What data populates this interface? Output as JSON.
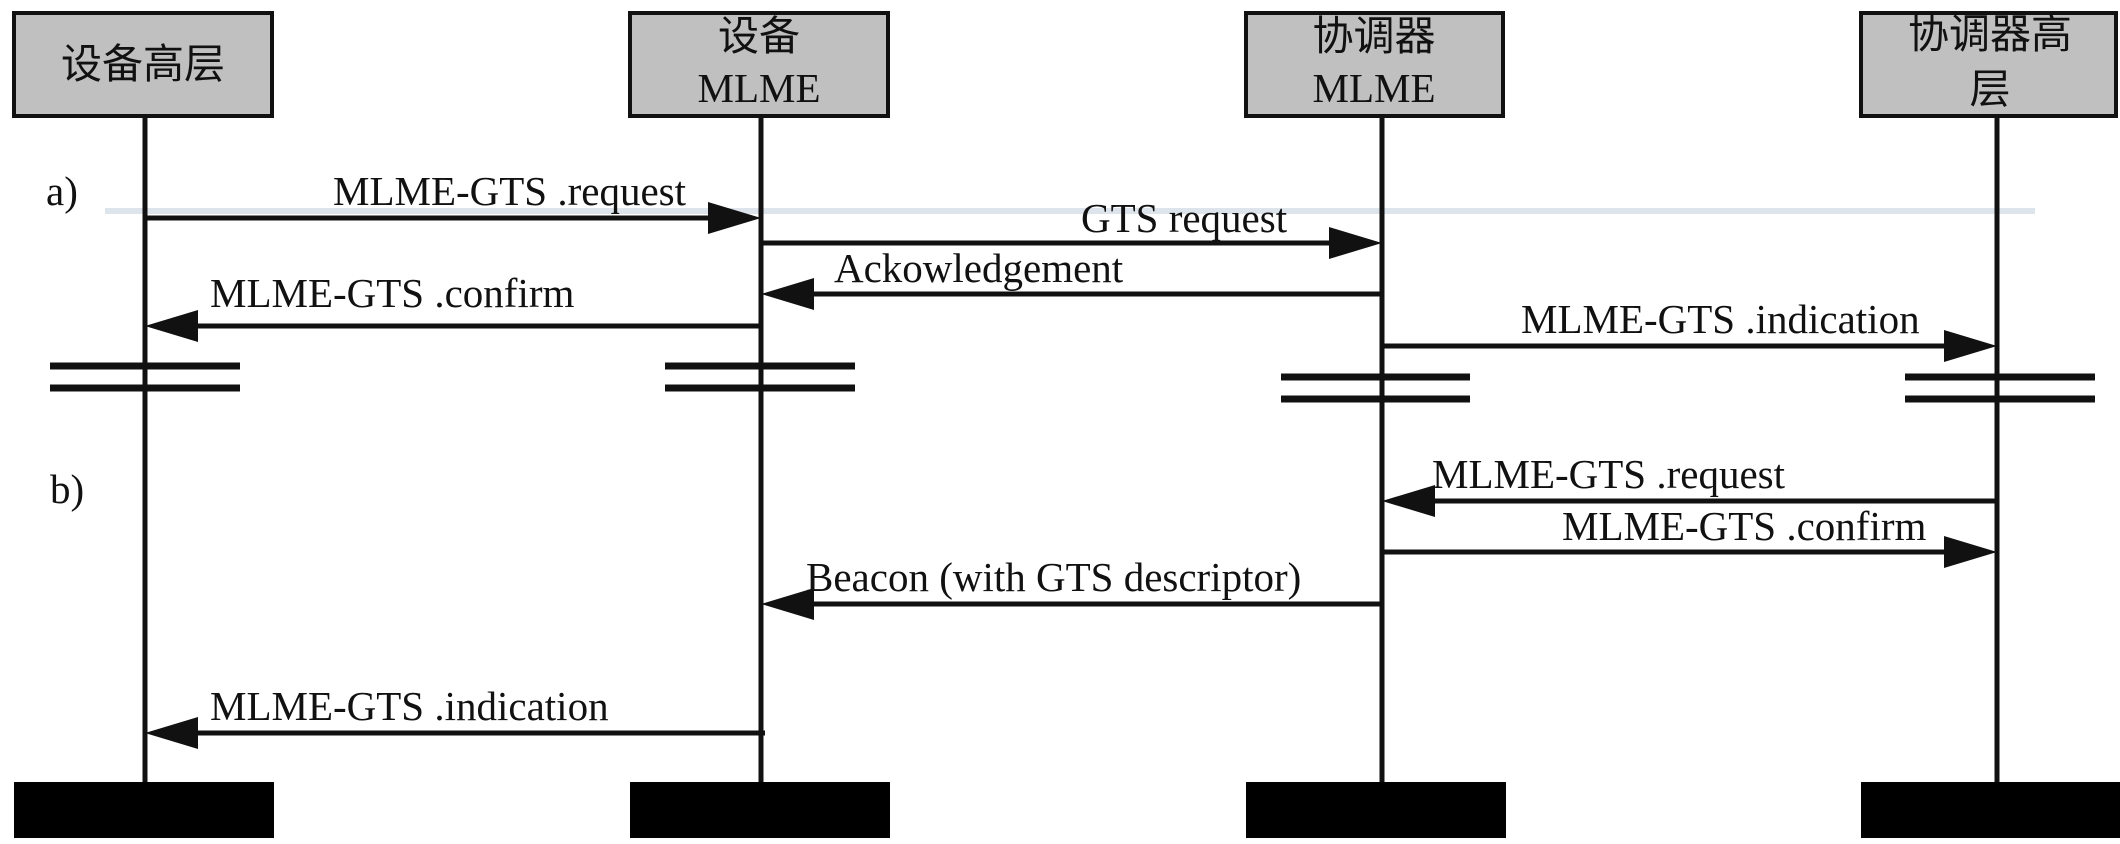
{
  "diagram": {
    "participants": [
      {
        "id": "device-upper",
        "label_lines": [
          "设备高层"
        ]
      },
      {
        "id": "device-mlme",
        "label_lines": [
          "设备",
          "MLME"
        ]
      },
      {
        "id": "coord-mlme",
        "label_lines": [
          "协调器",
          "MLME"
        ]
      },
      {
        "id": "coord-upper",
        "label_lines": [
          "协调器高",
          "层"
        ]
      }
    ],
    "sections": [
      {
        "id": "a",
        "label": "a)"
      },
      {
        "id": "b",
        "label": "b)"
      }
    ],
    "messages": [
      {
        "id": "a1",
        "from": "device-upper",
        "to": "device-mlme",
        "label": "MLME-GTS .request"
      },
      {
        "id": "a2",
        "from": "device-mlme",
        "to": "coord-mlme",
        "label": "GTS request"
      },
      {
        "id": "a3",
        "from": "coord-mlme",
        "to": "device-mlme",
        "label": "Ackowledgement"
      },
      {
        "id": "a4",
        "from": "device-mlme",
        "to": "device-upper",
        "label": "MLME-GTS .confirm"
      },
      {
        "id": "a5",
        "from": "coord-mlme",
        "to": "coord-upper",
        "label": "MLME-GTS .indication"
      },
      {
        "id": "b1",
        "from": "coord-upper",
        "to": "coord-mlme",
        "label": "MLME-GTS .request"
      },
      {
        "id": "b2",
        "from": "coord-mlme",
        "to": "coord-upper",
        "label": "MLME-GTS .confirm"
      },
      {
        "id": "b3",
        "from": "coord-mlme",
        "to": "device-mlme",
        "label": "Beacon (with GTS descriptor)"
      },
      {
        "id": "b4",
        "from": "device-mlme",
        "to": "device-upper",
        "label": "MLME-GTS .indication"
      }
    ],
    "colors": {
      "header_fill": "#c0c0c0",
      "line": "#111111",
      "footer_fill": "#000000",
      "highlight": "#dde4ec"
    }
  }
}
